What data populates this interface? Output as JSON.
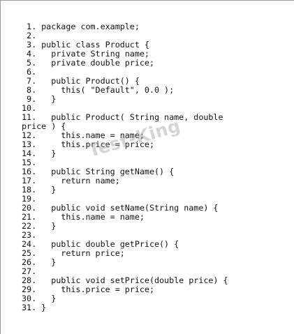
{
  "code": {
    "lines": [
      " 1. package com.example;",
      " 2.",
      " 3. public class Product {",
      " 4.   private String name;",
      " 5.   private double price;",
      " 6.",
      " 7.   public Product() {",
      " 8.     this( \"Default\", 0.0 );",
      " 9.   }",
      "10.",
      "11.   public Product( String name, double",
      "price ) {",
      "12.     this.name = name;",
      "13.     this.price = price;",
      "14.   }",
      "15.",
      "16.   public String getName() {",
      "17.     return name;",
      "18.   }",
      "19.",
      "20.   public void setName(String name) {",
      "21.     this.name = name;",
      "22.   }",
      "23.",
      "24.   public double getPrice() {",
      "25.     return price;",
      "26.   }",
      "27.",
      "28.   public void setPrice(double price) {",
      "29.     this.price = price;",
      "30.   }",
      "31. }"
    ]
  },
  "watermark": {
    "text": "Test-King"
  }
}
